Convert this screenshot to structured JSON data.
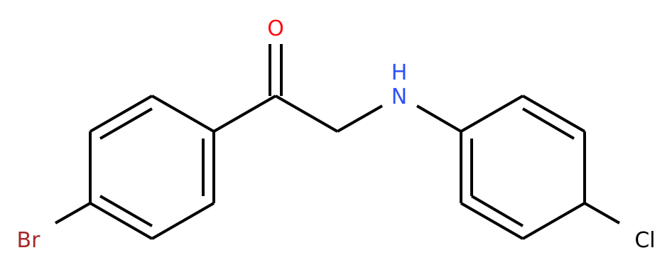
{
  "molecule": {
    "atoms": {
      "oxygen": {
        "label": "O",
        "color": "#ff0d0d"
      },
      "nitrogen": {
        "label": "N",
        "color": "#3050f8"
      },
      "hydrogen": {
        "label": "H",
        "color": "#3050f8"
      },
      "bromine": {
        "label": "Br",
        "color": "#a62929"
      },
      "chlorine": {
        "label": "Cl",
        "color": "#000000"
      }
    },
    "bond_color": "#000000"
  }
}
